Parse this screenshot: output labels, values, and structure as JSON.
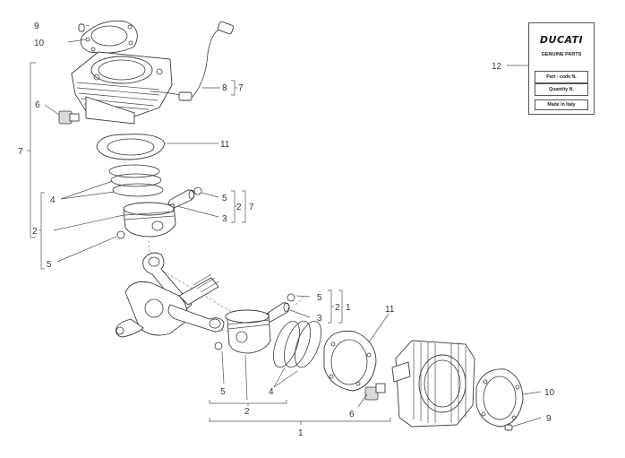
{
  "brand": "DUCATI",
  "card": {
    "title": "GENUINE PARTS",
    "field1": "Part - code N.",
    "field2": "Quantity N.",
    "field3": "Made in Italy"
  },
  "callouts": {
    "n1": "1",
    "n2": "2",
    "n3": "3",
    "n4": "4",
    "n5": "5",
    "n6": "6",
    "n7": "7",
    "n8": "8",
    "n9": "9",
    "n10": "10",
    "n11": "11",
    "n12": "12"
  }
}
